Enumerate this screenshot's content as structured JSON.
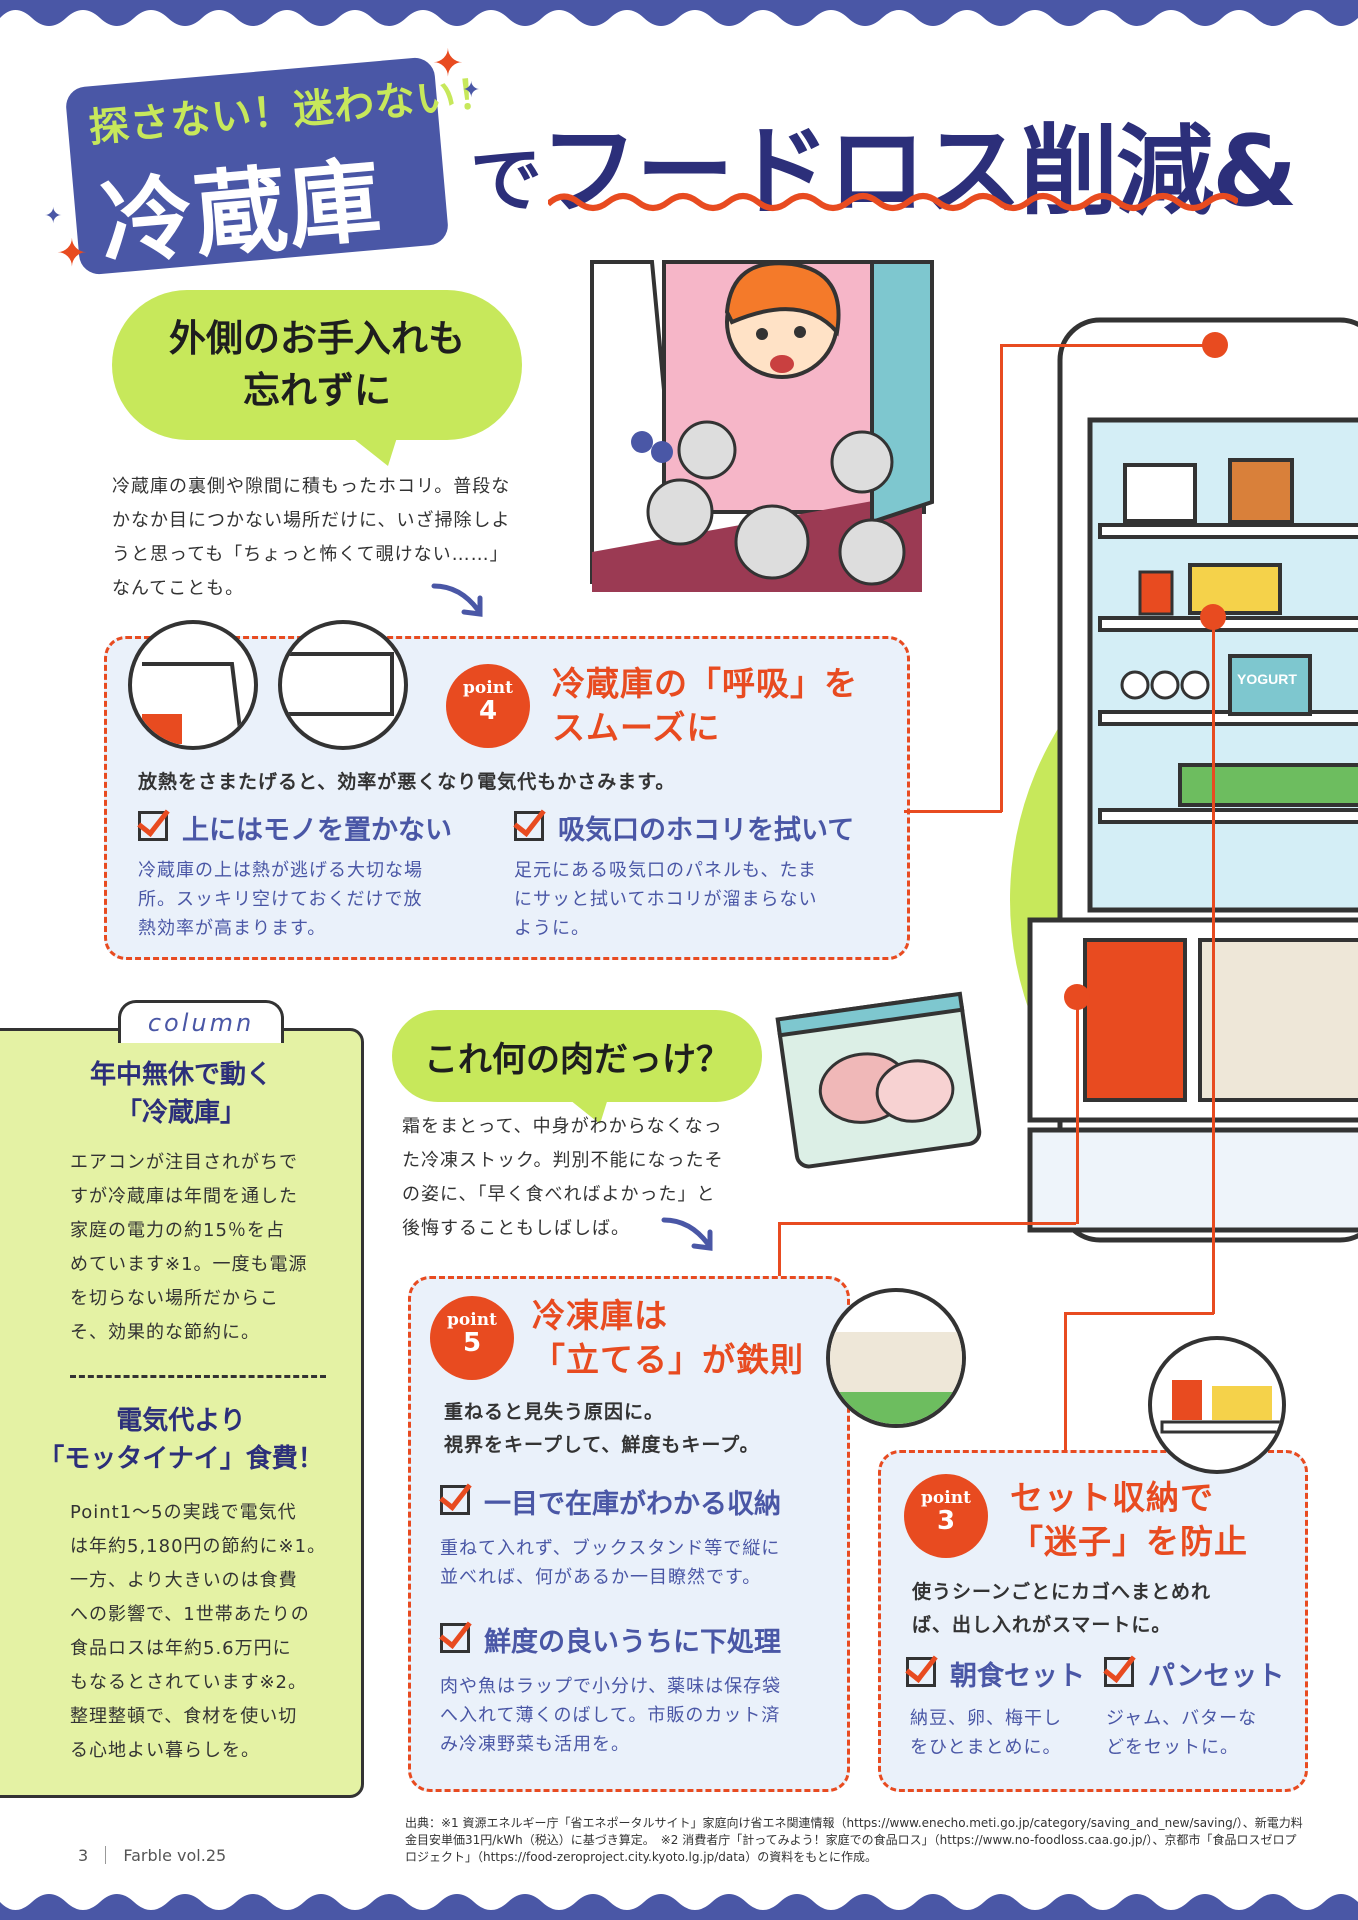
{
  "header": {
    "sub": "探さない！迷わない！",
    "main": "冷蔵庫",
    "de": "で",
    "headline": "フードロス削減&"
  },
  "section_outside": {
    "bubble_line1": "外側のお手入れも",
    "bubble_line2": "忘れずに",
    "body": [
      "冷蔵庫の裏側や隙間に積もったホコリ。普段な",
      "かなか目につかない場所だけに、いざ掃除しよ",
      "うと思っても「ちょっと怖くて覗けない……」",
      "なんてことも。"
    ]
  },
  "point4": {
    "badge_word": "point",
    "badge_num": "4",
    "title_line1": "冷蔵庫の「呼吸」を",
    "title_line2": "スムーズに",
    "lead": "放熱をさまたげると、効率が悪くなり電気代もかさみます。",
    "check1_title": "上にはモノを置かない",
    "check1_desc": [
      "冷蔵庫の上は熱が逃げる大切な場",
      "所。スッキリ空けておくだけで放",
      "熱効率が高まります。"
    ],
    "check2_title": "吸気口のホコリを拭いて",
    "check2_desc": [
      "足元にある吸気口のパネルも、たま",
      "にサッと拭いてホコリが溜まらない",
      "ように。"
    ]
  },
  "section_meat": {
    "bubble": "これ何の肉だっけ？",
    "body": [
      "霜をまとって、中身がわからなくなっ",
      "た冷凍ストック。判別不能になったそ",
      "の姿に、「早く食べればよかった」と",
      "後悔することもしばしば。"
    ]
  },
  "point5": {
    "badge_word": "point",
    "badge_num": "5",
    "title_line1": "冷凍庫は",
    "title_line2": "「立てる」が鉄則",
    "lead": [
      "重ねると見失う原因に。",
      "視界をキープして、鮮度もキープ。"
    ],
    "check1_title": "一目で在庫がわかる収納",
    "check1_desc": [
      "重ねて入れず、ブックスタンド等で縦に",
      "並べれば、何があるか一目瞭然です。"
    ],
    "check2_title": "鮮度の良いうちに下処理",
    "check2_desc": [
      "肉や魚はラップで小分け、薬味は保存袋",
      "へ入れて薄くのばして。市販のカット済",
      "み冷凍野菜も活用を。"
    ]
  },
  "point3": {
    "badge_word": "point",
    "badge_num": "3",
    "title_line1": "セット収納で",
    "title_line2": "「迷子」を防止",
    "lead": [
      "使うシーンごとにカゴへまとめれ",
      "ば、出し入れがスマートに。"
    ],
    "check1_title": "朝食セット",
    "check1_desc": [
      "納豆、卵、梅干し",
      "をひとまとめに。"
    ],
    "check2_title": "パンセット",
    "check2_desc": [
      "ジャム、バターな",
      "どをセットに。"
    ]
  },
  "column": {
    "tab": "column",
    "h1_line1": "年中無休で動く",
    "h1_line2": "「冷蔵庫」",
    "t1": [
      "エアコンが注目されがちで",
      "すが冷蔵庫は年間を通した",
      "家庭の電力の約15％を占",
      "めています※1。一度も電源",
      "を切らない場所だからこ",
      "そ、効果的な節約に。"
    ],
    "h2_line1": "電気代より",
    "h2_line2": "「モッタイナイ」食費！",
    "t2": [
      "Point1～5の実践で電気代",
      "は年約5,180円の節約に※1。",
      "一方、より大きいのは食費",
      "への影響で、1世帯あたりの",
      "食品ロスは年約5.6万円に",
      "もなるとされています※2。",
      "整理整頓で、食材を使い切",
      "る心地よい暮らしを。"
    ]
  },
  "fridge_labels": {
    "yogurt": "YOGURT"
  },
  "footer": {
    "sources": "出典：※1 資源エネルギー庁「省エネポータルサイト」家庭向け省エネ関連情報（https://www.enecho.meti.go.jp/category/saving_and_new/saving/）、新電力料金目安単価31円/kWh（税込）に基づき算定。　※2 消費者庁「計ってみよう！家庭での食品ロス」（https://www.no-foodloss.caa.go.jp/）、京都市「食品ロスゼロプロジェクト」（https://food-zeroproject.city.kyoto.lg.jp/data）の資料をもとに作成。",
    "page": "3",
    "magazine": "Farble vol.25"
  },
  "colors": {
    "navy": "#2c2f7a",
    "blue": "#4a57a6",
    "orange": "#e84b20",
    "lime": "#c7e85b",
    "panel": "#eaf1fa"
  }
}
